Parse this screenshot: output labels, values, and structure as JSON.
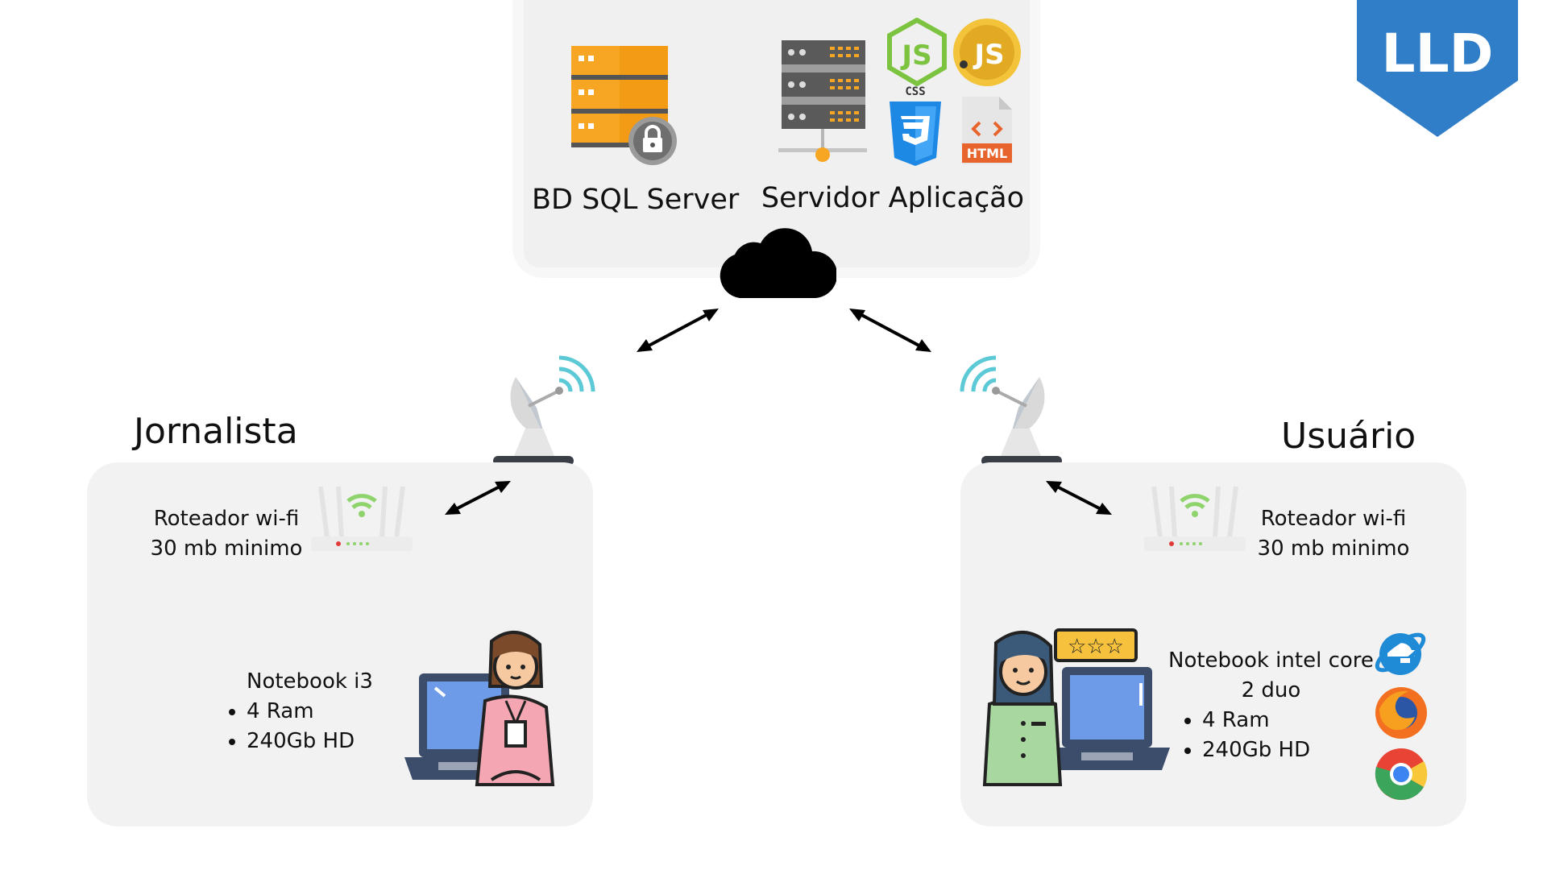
{
  "badge": {
    "text": "LLD",
    "color": "#2f7ec7"
  },
  "server_panel": {
    "db_label": "BD SQL Server",
    "app_label": "Servidor Aplicação",
    "tech_icons": [
      "nodejs-icon",
      "javascript-icon",
      "css3-icon",
      "html-icon"
    ],
    "tech_text": {
      "js": "JS",
      "css": "CSS",
      "html": "HTML"
    }
  },
  "cloud": {
    "icon": "cloud-icon"
  },
  "jornalista": {
    "title": "Jornalista",
    "router": [
      "Roteador wi-fi",
      "30 mb minimo"
    ],
    "device_title": "Notebook i3",
    "specs": [
      "4 Ram",
      "240Gb HD"
    ]
  },
  "usuario": {
    "title": "Usuário",
    "router": [
      "Roteador wi-fi",
      "30 mb minimo"
    ],
    "device_title": [
      "Notebook intel core",
      "2 duo"
    ],
    "specs": [
      "4 Ram",
      "240Gb HD"
    ],
    "browsers": [
      "internet-explorer-icon",
      "firefox-icon",
      "chrome-icon"
    ]
  },
  "colors": {
    "panel": "#f2f2f2",
    "server_orange": "#f6a623",
    "server_gray": "#5a5a5a",
    "wifi_green": "#8ed36b",
    "signal_cyan": "#5bc9d6"
  }
}
